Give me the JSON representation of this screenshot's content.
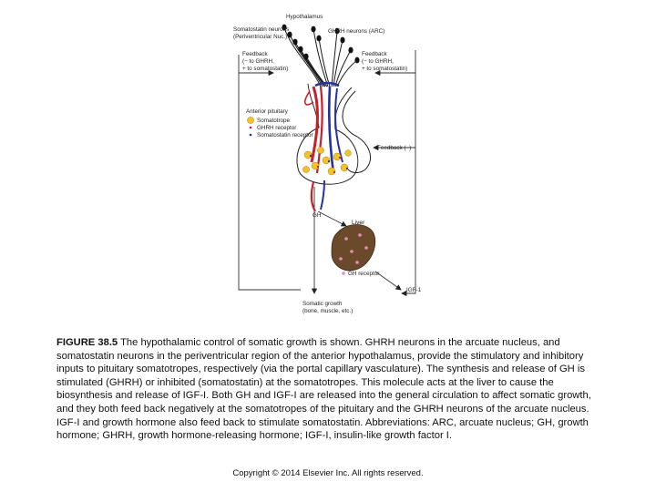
{
  "diagram": {
    "hypothalamus": "Hypothalamus",
    "somatostatin_neurons": "Somatostatin neurons",
    "periventricular": "(Periventricular Nuc.)",
    "ghrh_neurons": "GHRH neurons (ARC)",
    "feedback_left_1": "Feedback",
    "feedback_left_2": "(− to GHRH,",
    "feedback_left_3": "+ to somatostatin)",
    "feedback_right_1": "Feedback",
    "feedback_right_2": "(− to GHRH,",
    "feedback_right_3": "+ to somatostatin)",
    "anterior_pituitary": "Anterior pituitary",
    "legend_somatotrope": "Somatotrope",
    "legend_ghrh_receptor": "GHRH receptor",
    "legend_somatostatin_receptor": "Somatostatin receptor",
    "feedback_minus": "Feedback (−)",
    "gh": "GH",
    "liver": "Liver",
    "gh_receptor": "GH receptor",
    "igf1": "IGF-1",
    "somatic_growth_1": "Somatic growth",
    "somatic_growth_2": "(bone, muscle, etc.)",
    "colors": {
      "artery": "#c8202b",
      "vein": "#2433a0",
      "somatotrope": "#f2c22a",
      "liver": "#6b4a2c",
      "gh_receptor": "#e48fb0"
    }
  },
  "caption": {
    "figure_label": "FIGURE 38.5",
    "text": "The hypothalamic control of somatic growth is shown. GHRH neurons in the arcuate nucleus, and somatostatin neurons in the periventricular region of the anterior hypothalamus, provide the stimulatory and inhibitory inputs to pituitary somatotropes, respectively (via the portal capillary vasculature). The synthesis and release of GH is stimulated (GHRH) or inhibited (somatostatin) at the somatotropes. This molecule acts at the liver to cause the biosynthesis and release of IGF-I. Both GH and IGF-I are released into the general circulation to affect somatic growth, and they both feed back negatively at the somatotropes of the pituitary and the GHRH neurons of the arcuate nucleus. IGF-I and growth hormone also feed back to stimulate somatostatin. Abbreviations: ARC, arcuate nucleus; GH, growth hormone; GHRH, growth hormone-releasing hormone; IGF-I, insulin-like growth factor I."
  },
  "copyright": "Copyright © 2014 Elsevier Inc. All rights reserved."
}
